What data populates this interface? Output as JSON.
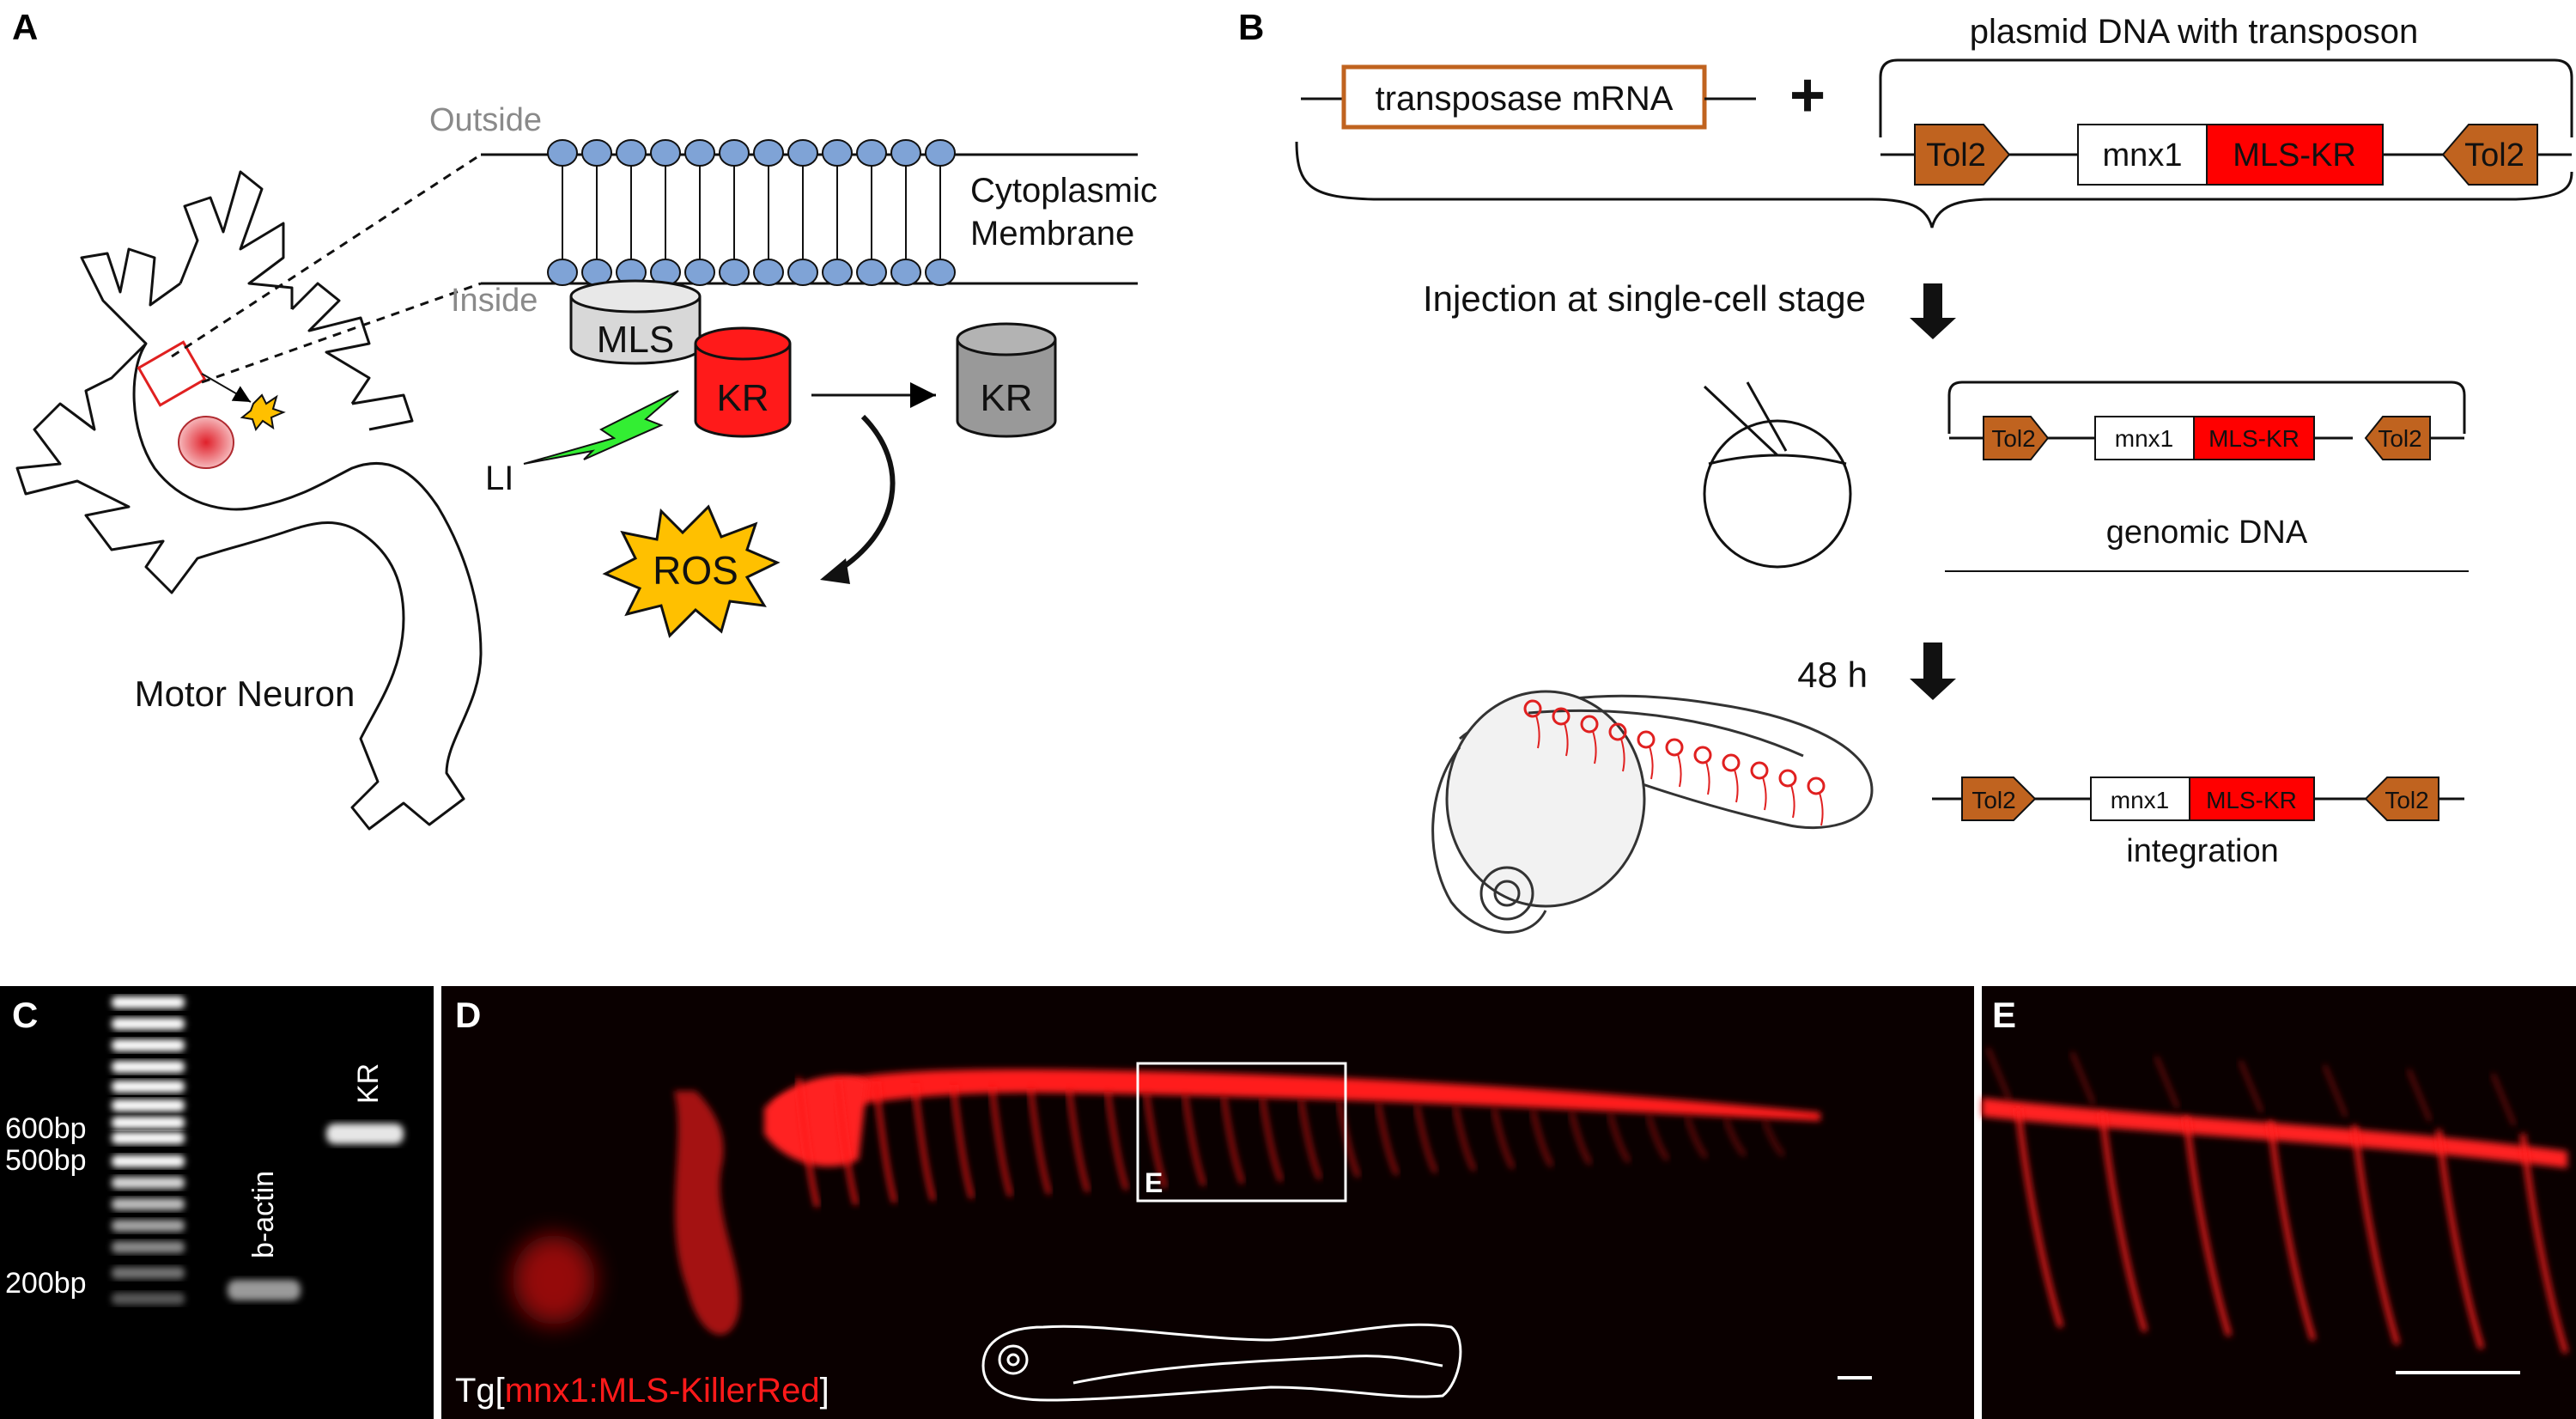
{
  "panels": {
    "A": "A",
    "B": "B",
    "C": "C",
    "D": "D",
    "E": "E"
  },
  "panel_a": {
    "outside": "Outside",
    "inside": "Inside",
    "membrane_line1": "Cytoplasmic",
    "membrane_line2": "Membrane",
    "mls": "MLS",
    "kr": "KR",
    "kr_inactive": "KR",
    "li": "LI",
    "ros": "ROS",
    "motor_neuron": "Motor Neuron"
  },
  "panel_b": {
    "transposase": "transposase mRNA",
    "plus": "+",
    "plasmid_title": "plasmid DNA with transposon",
    "tol2": "Tol2",
    "mnx1": "mnx1",
    "mls_kr": "MLS-KR",
    "injection": "Injection at single-cell stage",
    "genomic_dna": "genomic DNA",
    "time": "48 h",
    "integration": "integration"
  },
  "panel_c": {
    "ladder": [
      "600bp",
      "500bp",
      "200bp"
    ],
    "lane_bactin": "b-actin",
    "lane_kr": "KR"
  },
  "panel_d": {
    "label_prefix": "Tg[",
    "label_construct": "mnx1:MLS-KillerRed",
    "label_suffix": "]",
    "inset_label": "E"
  },
  "colors": {
    "tol2": "#c0631f",
    "mls_kr": "#ff0000",
    "kr": "#ff1a1a",
    "kr_inactive": "#999999",
    "lipid_head": "#7fa3d6",
    "ros": "#ffc000",
    "li": "#33ee33",
    "transposase_border": "#c0631f",
    "fluorescence": "#ff1f1f"
  }
}
